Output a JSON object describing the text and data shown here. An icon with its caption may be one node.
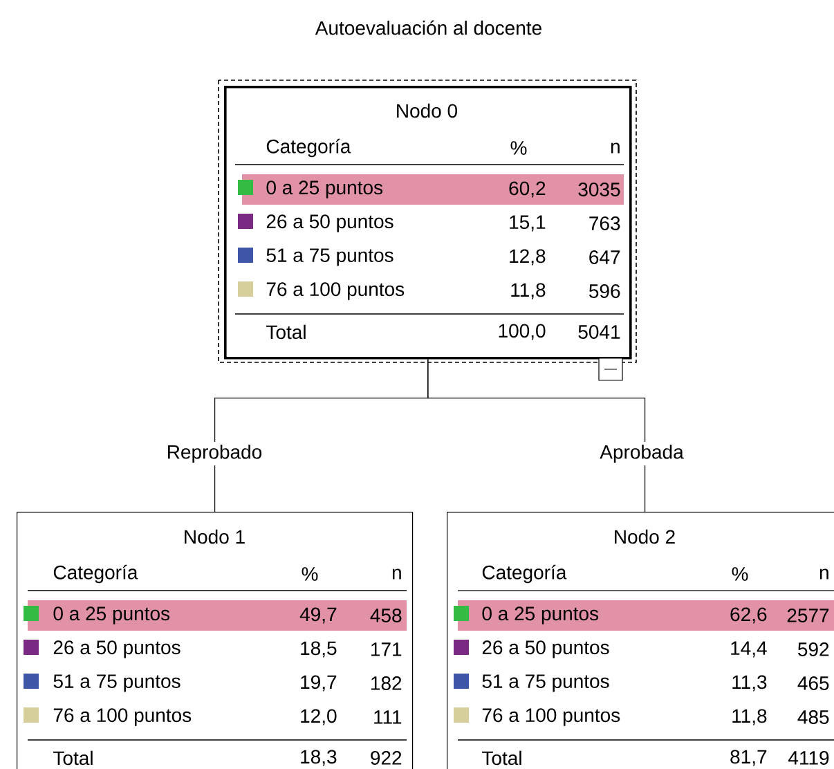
{
  "diagram": {
    "title": "Autoevaluación al docente",
    "nodes": [
      {
        "text": [
          "Nodo 0",
          "Categoría",
          "%",
          "n",
          "0 a 25  puntos",
          "60,2",
          "3035",
          "26 a 50 puntos",
          "15,1",
          "763",
          "51 a 75 puntos",
          "12,8",
          "647",
          "76 a 100 puntos",
          "11,8",
          "596",
          "Total",
          "100,0",
          "5041"
        ]
      },
      {
        "text": [
          "Nodo 1",
          "Categoría",
          "%",
          "n",
          "0 a 25  puntos",
          "49,7",
          "458",
          "26 a 50 puntos",
          "18,5",
          "171",
          "51 a 75 puntos",
          "19,7",
          "182",
          "76 a 100 puntos",
          "12,0",
          "111",
          "Total",
          "18,3",
          "922"
        ]
      },
      {
        "text": [
          "Nodo 2",
          "Categoría",
          "%",
          "n",
          "0 a 25  puntos",
          "62,6",
          "2577",
          "26 a 50 puntos",
          "14,4",
          "592",
          "51 a 75 puntos",
          "11,3",
          "465",
          "76 a 100 puntos",
          "11,8",
          "485",
          "Total",
          "81,7",
          "4119"
        ]
      }
    ],
    "edges": [
      {
        "from": 0,
        "to": 1,
        "arrow": "none",
        "label": "Reprobado"
      },
      {
        "from": 0,
        "to": 2,
        "arrow": "none",
        "label": "Aprobada"
      }
    ]
  }
}
